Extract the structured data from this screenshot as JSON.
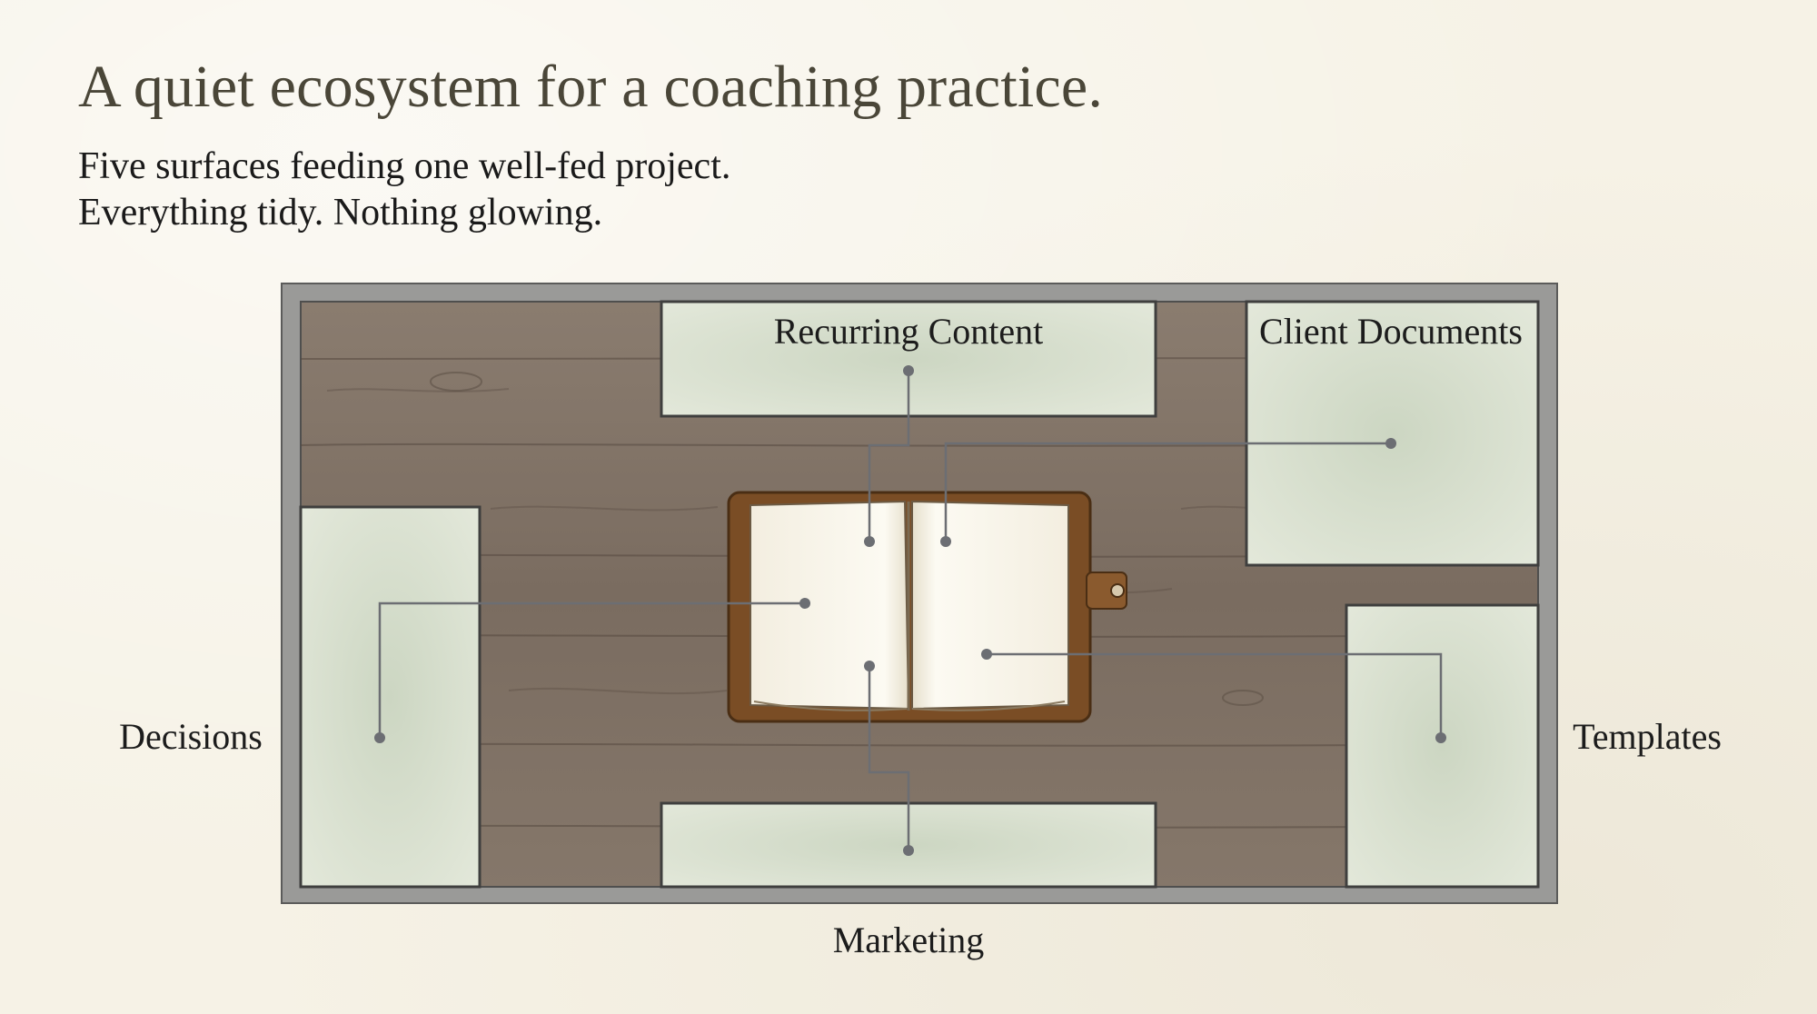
{
  "header": {
    "title": "A quiet ecosystem for a coaching practice.",
    "subtitle_lines": [
      "Five surfaces feeding one well-fed project.",
      "Everything tidy. Nothing glowing."
    ]
  },
  "diagram": {
    "center": "open-notebook",
    "surfaces": {
      "recurring_content": "Recurring Content",
      "client_documents": "Client Documents",
      "decisions": "Decisions",
      "templates": "Templates",
      "marketing": "Marketing"
    },
    "colors": {
      "background": "#f6f2e6",
      "frame": "#8a8a88",
      "wood": "#7d6f62",
      "surface": "#d7dfcf",
      "connector": "#6c6e73",
      "leather": "#8a5a2e",
      "paper": "#fbf8ef"
    }
  }
}
